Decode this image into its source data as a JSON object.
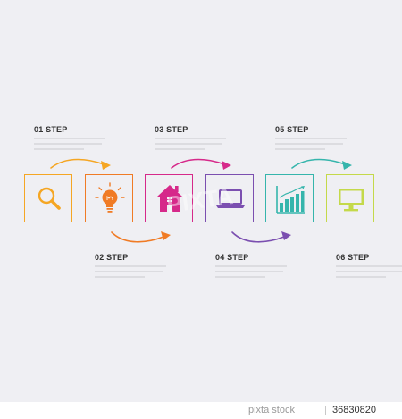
{
  "steps": [
    {
      "label": "01 STEP",
      "color": "#f5a623",
      "icon": "magnifier-icon"
    },
    {
      "label": "02 STEP",
      "color": "#f07b25",
      "icon": "lightbulb-icon"
    },
    {
      "label": "03 STEP",
      "color": "#d6298a",
      "icon": "house-icon"
    },
    {
      "label": "04 STEP",
      "color": "#7b4fb0",
      "icon": "laptop-icon"
    },
    {
      "label": "05 STEP",
      "color": "#35b5ac",
      "icon": "bar-chart-icon"
    },
    {
      "label": "06 STEP",
      "color": "#c4d94a",
      "icon": "monitor-icon"
    }
  ],
  "footer": {
    "brand": "pixta stock",
    "image_id": "36830820"
  },
  "watermark": "PIXTA"
}
